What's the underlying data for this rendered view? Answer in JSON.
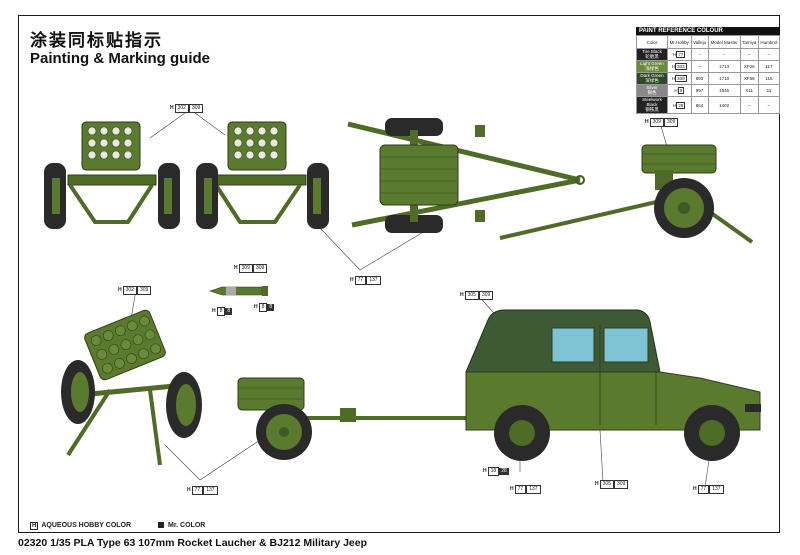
{
  "title": {
    "cn": "涂装同标贴指示",
    "en": "Painting & Marking guide"
  },
  "paint_table": {
    "caption": "PAINT REFERENCE COLOUR",
    "headers": [
      "Color",
      "Mr.Hobby",
      "Vallejo",
      "Model Master",
      "Tamiya",
      "Humbrol"
    ],
    "rows": [
      {
        "name": "Tire Black",
        "cn": "轮胎黑",
        "code": "77",
        "vallejo": "–",
        "model_master": "–",
        "tamiya": "–",
        "humbrol": "–"
      },
      {
        "name": "Light Green",
        "cn": "浅绿色",
        "code": "303",
        "vallejo": "–",
        "model_master": "1713",
        "tamiya": "XF26",
        "humbrol": "117"
      },
      {
        "name": "Dark Green",
        "cn": "深绿色",
        "code": "309",
        "vallejo": "893",
        "model_master": "1710",
        "tamiya": "XF58",
        "humbrol": "116"
      },
      {
        "name": "Silver",
        "cn": "银色",
        "code": "8",
        "vallejo": "997",
        "model_master": "1546",
        "tamiya": "X11",
        "humbrol": "11"
      },
      {
        "name": "Steelwork Black",
        "cn": "钢铁黑",
        "code": "28",
        "vallejo": "864",
        "model_master": "1402",
        "tamiya": "–",
        "humbrol": "–"
      }
    ]
  },
  "tags": {
    "front_rocket": "302",
    "front_rocket_2": "309",
    "side_launcher": "309",
    "side_launcher_2": "309",
    "wheels": "77",
    "wheels_2": "137",
    "rocket_h": "309",
    "rocket_h2": "309",
    "rocket_8a": "8",
    "rocket_8b": "8",
    "iso_launcher": "302",
    "iso_launcher_2": "309",
    "iso_wheels": "77",
    "iso_wheels_2": "137",
    "jeep_top": "305",
    "jeep_top_2": "309",
    "jeep_tire_f": "77",
    "jeep_tire_f2": "137",
    "jeep_tire_r": "77",
    "jeep_tire_r2": "137",
    "jeep_body": "305",
    "jeep_body_2": "309",
    "jeep_bumper": "18",
    "jeep_bumper_2": "28"
  },
  "legend": {
    "aqueous_box": "H",
    "aqueous": "AQUEOUS HOBBY COLOR",
    "mr": "Mr. COLOR"
  },
  "footer": "02320 1/35 PLA Type 63 107mm Rocket Laucher & BJ212 Military Jeep",
  "colors": {
    "olive": "#5a7a2e",
    "olive_dark": "#3f5a22",
    "olive_light": "#7a9a3e",
    "canvas": "#3e5a35",
    "glass": "#7fc4d4",
    "tire": "#2a2a2a"
  }
}
